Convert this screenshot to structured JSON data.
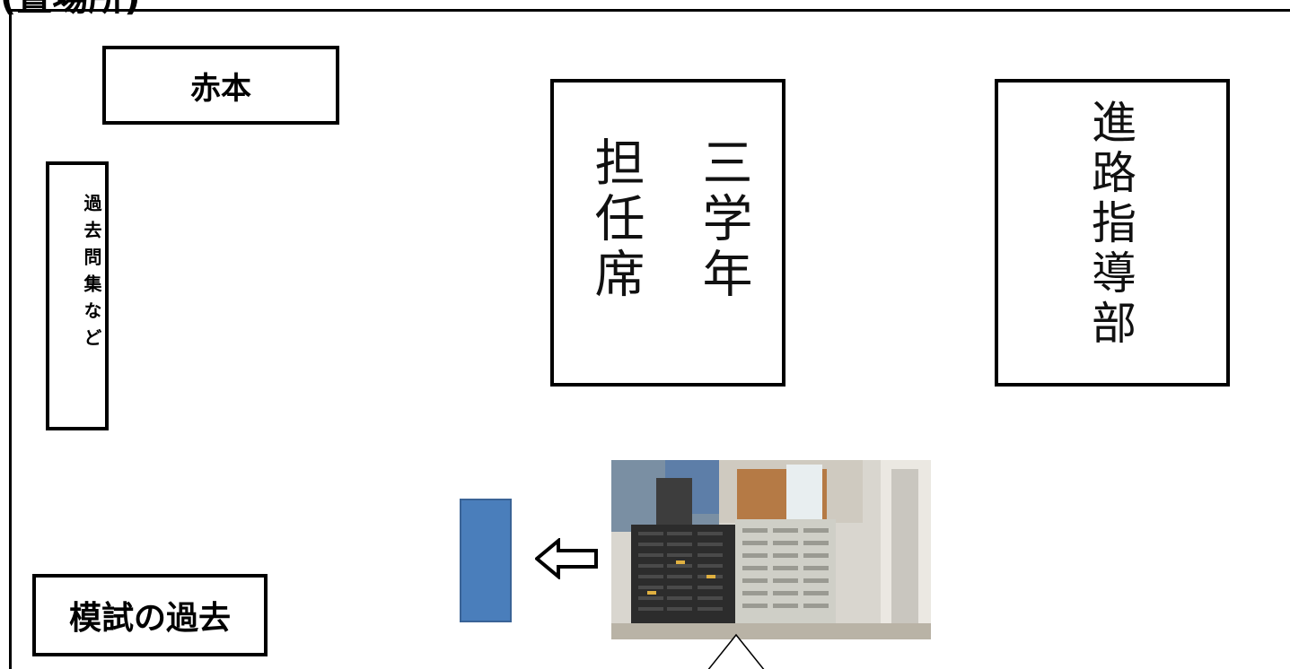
{
  "header": {
    "fragment": "(置場所)"
  },
  "labels": {
    "akamoto": "赤本",
    "kakomon": "過去問集など",
    "tannin_right": "三学年",
    "tannin_left": "担任席",
    "shinro": "進路指導部",
    "moshi": "模試の過去"
  },
  "colors": {
    "marker": "#4a7ebb"
  }
}
